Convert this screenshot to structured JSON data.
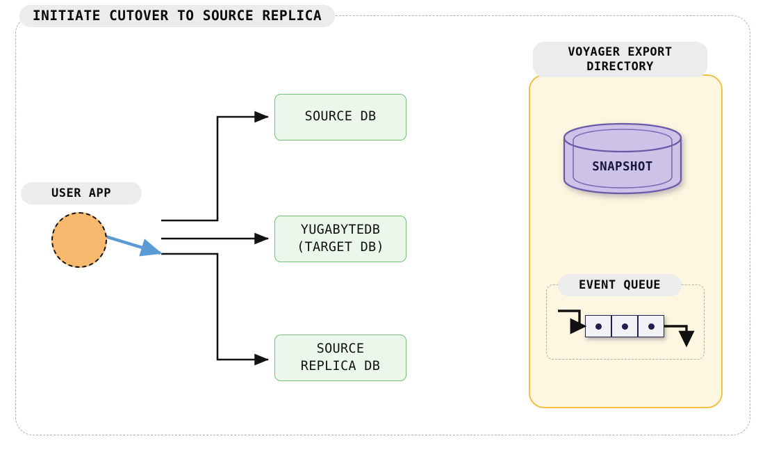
{
  "diagram": {
    "title": "INITIATE CUTOVER TO SOURCE REPLICA",
    "colors": {
      "outer_border": "#c9a79c",
      "pill_background": "#ececec",
      "db_box_fill": "#ecf7ec",
      "db_box_border": "#72c274",
      "user_app_fill": "#f7b96e",
      "voyager_fill": "#fdf6e0",
      "voyager_border": "#f0c041",
      "snapshot_fill": "#cdc3e8",
      "snapshot_border": "#6b5aa8",
      "snapshot_text": "#181640",
      "queue_cell_fill": "#f2f2f6",
      "queue_cell_border": "#25214f",
      "black_arrow": "#111111",
      "blue_arrow": "#5b9bd5"
    },
    "left_panel": {
      "user_app_label": "USER APP",
      "databases": [
        {
          "id": "source-db",
          "label": "SOURCE DB"
        },
        {
          "id": "yugabytedb-target",
          "label": "YUGABYTEDB\n(TARGET DB)"
        },
        {
          "id": "source-replica-db",
          "label": "SOURCE\nREPLICA DB"
        }
      ]
    },
    "voyager": {
      "title_line1": "VOYAGER EXPORT",
      "title_line2": "DIRECTORY",
      "snapshot_label": "SNAPSHOT",
      "event_queue_label": "EVENT QUEUE",
      "event_queue_cells": 3
    }
  }
}
